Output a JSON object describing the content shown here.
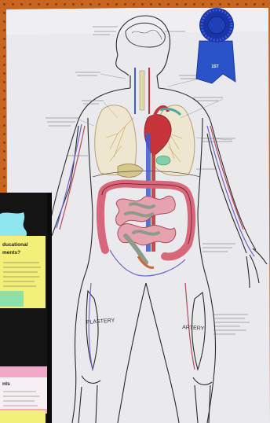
{
  "photo": {
    "subject": "hand-drawn human anatomy poster with blue ribbon"
  },
  "ribbon": {
    "rosette_color": "#1f3fb8",
    "tail_color": "#2a52c9",
    "text_lines": [
      "",
      "",
      "",
      "1ST"
    ]
  },
  "poster": {
    "paper_color": "#e9e9ee",
    "labels": {
      "leg_left": "PLASTERY",
      "leg_right": "ARTERY"
    }
  },
  "board": {
    "color": "#141414",
    "note_question_lines": [
      "ducational",
      "ments?"
    ],
    "note_bottom_lines": [
      "nts"
    ]
  },
  "colors": {
    "pegboard": "#c8651e",
    "intestine_red": "#d8677a",
    "intestine_gray": "#8f9b8a",
    "lung_outline": "#b8a070",
    "heart": "#c8343c",
    "note_yellow": "#f3f07a",
    "note_pink": "#f3a8c8",
    "note_green": "#8fe0a8",
    "note_cyan": "#8ee6ee"
  }
}
